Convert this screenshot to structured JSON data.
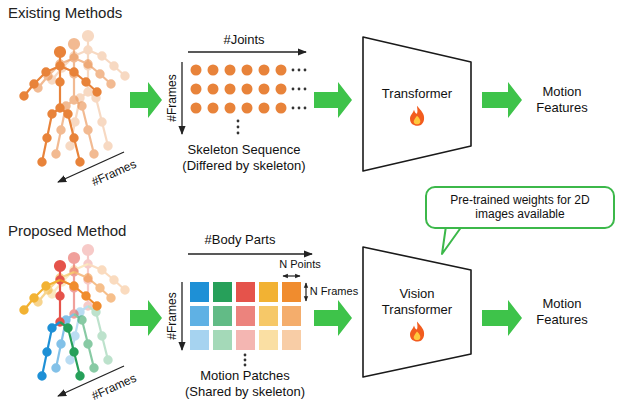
{
  "diagram": {
    "nodes": [
      {
        "text": [
          "Transformer"
        ]
      },
      {
        "text": [
          "Vision Transformer"
        ]
      },
      {
        "text": [
          "Pre-trained weights for 2D images available"
        ]
      }
    ],
    "labels": [
      "Existing Methods",
      "#Frames",
      "#Joints",
      "#Frames",
      "Skeleton Sequence",
      "(Differed by skeleton)",
      "Motion Features",
      "Proposed Method",
      "#Frames",
      "#Body Parts",
      "N Points",
      "N Frames",
      "#Frames",
      "Motion Patches",
      "(Shared by skeleton)",
      "Motion Features"
    ]
  }
}
